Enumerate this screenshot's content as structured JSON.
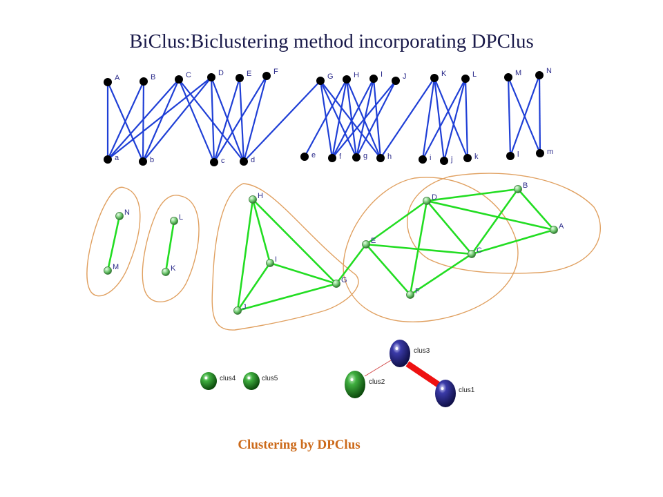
{
  "title": "BiClus:Biclustering method incorporating DPClus",
  "caption": "Clustering by DPClus",
  "colors": {
    "bipartite_edge": "#1f3fd6",
    "bipartite_node": "#000000",
    "graph_edge": "#22dd22",
    "graph_node": "#6cc46c",
    "cluster_outline": "#e0a060",
    "cluster_green": "#1f8a1f",
    "cluster_blue": "#2a2a8a",
    "strong_link": "#ee1111",
    "weak_link": "#d04040"
  },
  "bipartite": {
    "top": [
      "A",
      "B",
      "C",
      "D",
      "E",
      "F",
      "G",
      "H",
      "I",
      "J",
      "K",
      "L",
      "M",
      "N"
    ],
    "bottom": [
      "a",
      "b",
      "c",
      "d",
      "e",
      "f",
      "g",
      "h",
      "i",
      "j",
      "k",
      "l",
      "m"
    ],
    "edges": [
      [
        "A",
        "a"
      ],
      [
        "A",
        "b"
      ],
      [
        "B",
        "a"
      ],
      [
        "B",
        "b"
      ],
      [
        "C",
        "a"
      ],
      [
        "C",
        "b"
      ],
      [
        "C",
        "c"
      ],
      [
        "C",
        "d"
      ],
      [
        "D",
        "a"
      ],
      [
        "D",
        "b"
      ],
      [
        "D",
        "c"
      ],
      [
        "D",
        "d"
      ],
      [
        "E",
        "c"
      ],
      [
        "E",
        "d"
      ],
      [
        "F",
        "c"
      ],
      [
        "F",
        "d"
      ],
      [
        "G",
        "d"
      ],
      [
        "G",
        "f"
      ],
      [
        "G",
        "g"
      ],
      [
        "G",
        "h"
      ],
      [
        "H",
        "e"
      ],
      [
        "H",
        "f"
      ],
      [
        "H",
        "g"
      ],
      [
        "H",
        "h"
      ],
      [
        "I",
        "f"
      ],
      [
        "I",
        "g"
      ],
      [
        "I",
        "h"
      ],
      [
        "J",
        "f"
      ],
      [
        "J",
        "g"
      ],
      [
        "K",
        "h"
      ],
      [
        "K",
        "i"
      ],
      [
        "K",
        "j"
      ],
      [
        "K",
        "k"
      ],
      [
        "L",
        "i"
      ],
      [
        "L",
        "j"
      ],
      [
        "L",
        "k"
      ],
      [
        "M",
        "l"
      ],
      [
        "M",
        "m"
      ],
      [
        "N",
        "l"
      ],
      [
        "N",
        "m"
      ]
    ]
  },
  "graph": {
    "nodes": [
      "N",
      "M",
      "L",
      "K",
      "H",
      "I",
      "J",
      "G",
      "D",
      "B",
      "E",
      "A",
      "C",
      "F"
    ],
    "edges": [
      [
        "N",
        "M"
      ],
      [
        "L",
        "K"
      ],
      [
        "H",
        "I"
      ],
      [
        "H",
        "G"
      ],
      [
        "H",
        "J"
      ],
      [
        "I",
        "J"
      ],
      [
        "I",
        "G"
      ],
      [
        "J",
        "G"
      ],
      [
        "G",
        "E"
      ],
      [
        "E",
        "D"
      ],
      [
        "E",
        "C"
      ],
      [
        "E",
        "F"
      ],
      [
        "D",
        "B"
      ],
      [
        "D",
        "A"
      ],
      [
        "D",
        "C"
      ],
      [
        "D",
        "F"
      ],
      [
        "B",
        "A"
      ],
      [
        "B",
        "C"
      ],
      [
        "A",
        "C"
      ],
      [
        "C",
        "F"
      ]
    ]
  },
  "clusters": [
    {
      "label": "clus4"
    },
    {
      "label": "clus5"
    },
    {
      "label": "clus2"
    },
    {
      "label": "clus3"
    },
    {
      "label": "clus1"
    }
  ]
}
